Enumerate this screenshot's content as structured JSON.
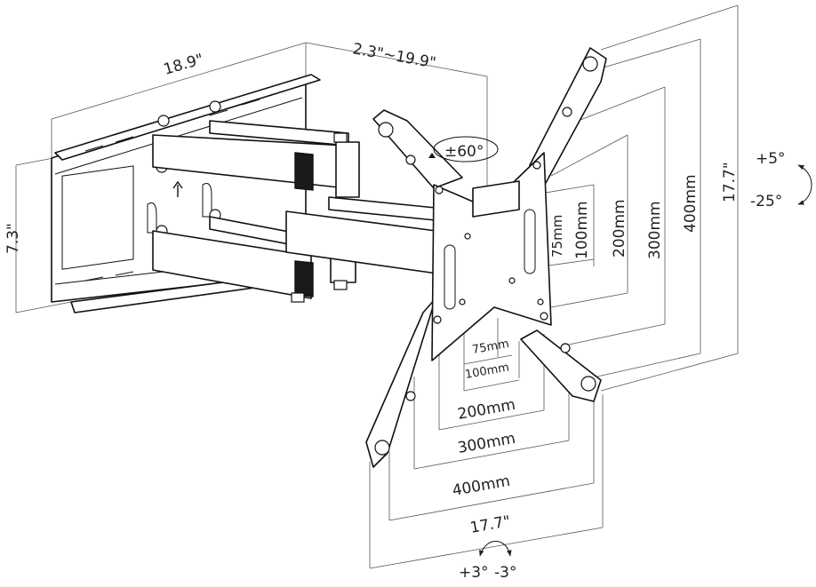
{
  "diagram": {
    "labels": {
      "wall_width": "18.9\"",
      "extension": "2.3\"~19.9\"",
      "wall_height": "7.3\"",
      "swivel": "±60°",
      "vesa_v_75": "75mm",
      "vesa_v_100": "100mm",
      "vesa_v_200": "200mm",
      "vesa_v_300": "300mm",
      "vesa_v_400": "400mm",
      "plate_height": "17.7\"",
      "tilt_up": "+5°",
      "tilt_down": "-25°",
      "vesa_h_75": "75mm",
      "vesa_h_100": "100mm",
      "vesa_h_200": "200mm",
      "vesa_h_300": "300mm",
      "vesa_h_400": "400mm",
      "plate_width": "17.7\"",
      "roll_pos": "+3°",
      "roll_neg": "-3°"
    },
    "icons": [
      "up-arrow-icon",
      "tilt-arrow-icon",
      "swivel-arrow-icon",
      "roll-arrow-icon"
    ]
  }
}
